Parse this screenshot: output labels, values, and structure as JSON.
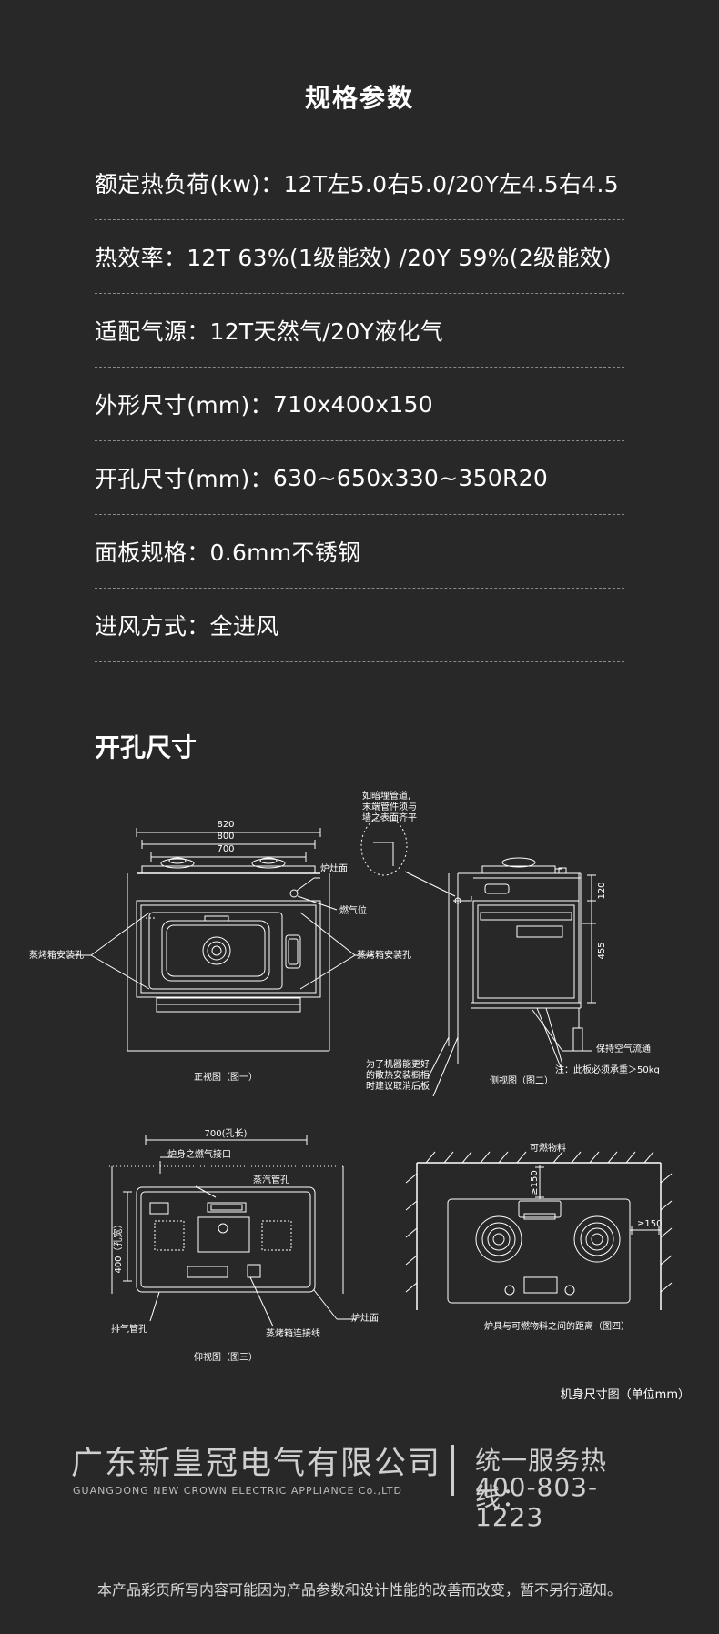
{
  "header": {
    "title": "规格参数"
  },
  "specs": [
    {
      "label": "额定热负荷(kw)：",
      "value": "12T左5.0右5.0/20Y左4.5右4.5"
    },
    {
      "label": "热效率：",
      "value": "12T 63%(1级能效) /20Y 59%(2级能效)"
    },
    {
      "label": "适配气源：",
      "value": "12T天然气/20Y液化气"
    },
    {
      "label": "外形尺寸(mm)：",
      "value": "710x400x150"
    },
    {
      "label": "开孔尺寸(mm)：",
      "value": "630~650x330~350R20"
    },
    {
      "label": "面板规格：",
      "value": "0.6mm不锈钢"
    },
    {
      "label": "进风方式：",
      "value": "全进风"
    }
  ],
  "section": {
    "title": "开孔尺寸"
  },
  "drawings": {
    "front": {
      "dim_820": "820",
      "dim_800": "800",
      "dim_700": "700",
      "label_cooktop": "炉灶面",
      "label_gas": "燃气位",
      "label_hole_left": "蒸烤箱安装孔",
      "label_hole_right": "蒸烤箱安装孔",
      "caption": "正视图（图一）"
    },
    "side": {
      "note_line1": "如暗埋管道,",
      "note_line2": "末端管件须与",
      "note_line3": "墙之表面齐平",
      "dim_120": "120",
      "dim_455": "455",
      "label_air": "保持空气流通",
      "label_load": "注：此板必须承重＞50kg",
      "note2_line1": "为了机器能更好",
      "note2_line2": "的散热安装橱柜",
      "note2_line3": "时建议取消后板",
      "caption": "侧视图（图二）"
    },
    "bottom": {
      "dim_700": "700(孔长)",
      "dim_400": "400（孔宽）",
      "label_gas_inlet": "炉身之燃气接口",
      "label_steam": "蒸汽管孔",
      "label_exhaust": "排气管孔",
      "label_wire": "蒸烤箱连接线",
      "label_cooktop": "炉灶面",
      "caption": "仰视图（图三）"
    },
    "distance": {
      "label_top": "可燃物料",
      "dim_150a": "≥150",
      "dim_150b": "≥150",
      "caption": "炉具与可燃物料之间的距离（图四）"
    },
    "unit_note": "机身尺寸图（单位mm）"
  },
  "company": {
    "name": "广东新皇冠电气有限公司",
    "name_en": "GUANGDONG NEW CROWN ELECTRIC APPLIANCE Co.,LTD",
    "hotline_label": "统一服务热线：",
    "hotline": "400-803-1223"
  },
  "footer": {
    "disclaimer": "本产品彩页所写内容可能因为产品参数和设计性能的改善而改变，暂不另行通知。"
  },
  "colors": {
    "background": "#282828",
    "text": "#ffffff",
    "muted": "#cfcfcf"
  }
}
